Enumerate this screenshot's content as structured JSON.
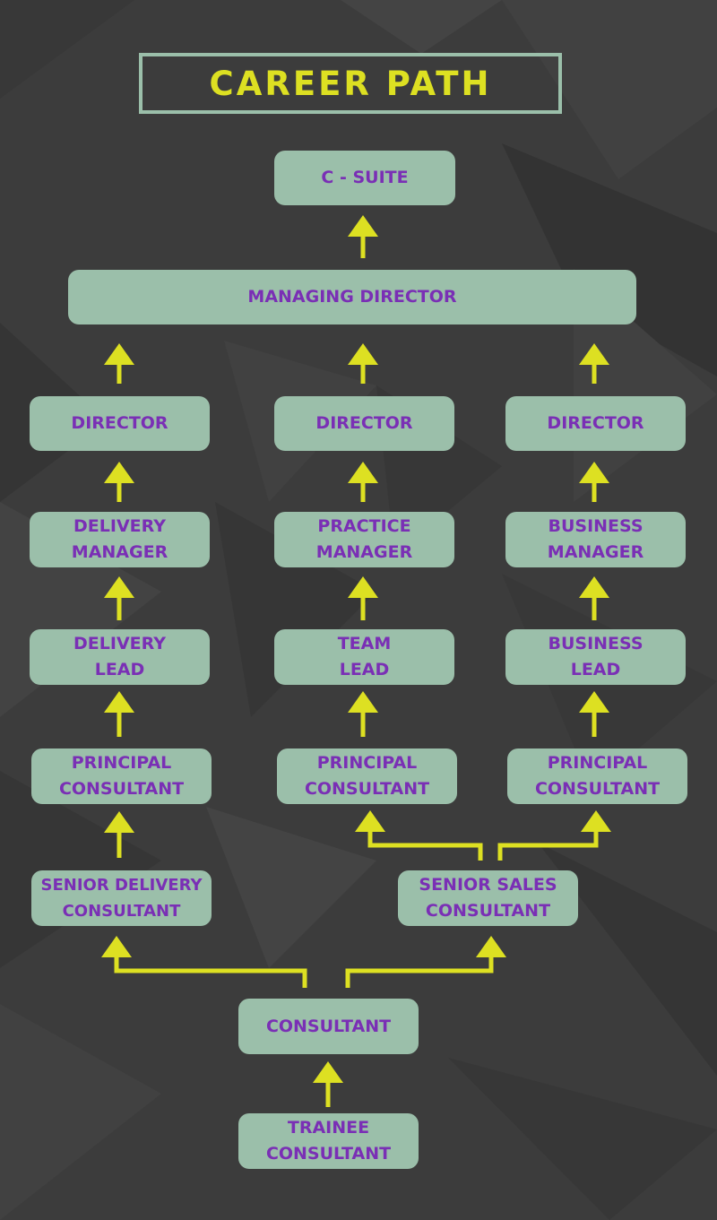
{
  "title": "CAREER PATH",
  "colors": {
    "background": "#3c3c3c",
    "box": "#9bbfaa",
    "text": "#7a2fb5",
    "arrow": "#dde022"
  },
  "nodes": {
    "c_suite": "C - SUITE",
    "managing_director": "MANAGING DIRECTOR",
    "director_delivery": "DIRECTOR",
    "director_practice": "DIRECTOR",
    "director_business": "DIRECTOR",
    "delivery_manager": "DELIVERY\nMANAGER",
    "practice_manager": "PRACTICE\nMANAGER",
    "business_manager": "BUSINESS\nMANAGER",
    "delivery_lead": "DELIVERY\nLEAD",
    "team_lead": "TEAM\nLEAD",
    "business_lead": "BUSINESS\nLEAD",
    "principal_delivery": "PRINCIPAL\nCONSULTANT",
    "principal_practice": "PRINCIPAL\nCONSULTANT",
    "principal_business": "PRINCIPAL\nCONSULTANT",
    "senior_delivery": "SENIOR DELIVERY\nCONSULTANT",
    "senior_sales": "SENIOR SALES\nCONSULTANT",
    "consultant": "CONSULTANT",
    "trainee": "TRAINEE\nCONSULTANT"
  }
}
